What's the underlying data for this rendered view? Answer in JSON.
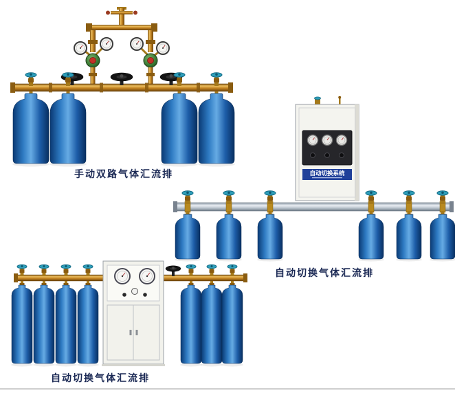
{
  "page": {
    "background": "#ffffff"
  },
  "products": [
    {
      "id": "manual-dual-manifold",
      "caption": "手动双路气体汇流排"
    },
    {
      "id": "auto-switch-manifold-wall-cabinet",
      "caption": "自动切换气体汇流排",
      "cabinet_label": "自动切换系统"
    },
    {
      "id": "auto-switch-manifold-floor-cabinet",
      "caption": "自动切换气体汇流排"
    }
  ],
  "colors": {
    "cylinder_blue_dark": "#0a3a74",
    "cylinder_blue_mid": "#2e7ac2",
    "cylinder_blue_light": "#66abe4",
    "brass_pipe": "#bf8020",
    "valve_teal": "#2f9fba",
    "silver_pipe": "#b9c3cc",
    "cabinet_body": "#f4f4ef",
    "panel_dark": "#26262a",
    "panel_label_blue": "#20409a",
    "caption_text": "#1c2a55"
  }
}
